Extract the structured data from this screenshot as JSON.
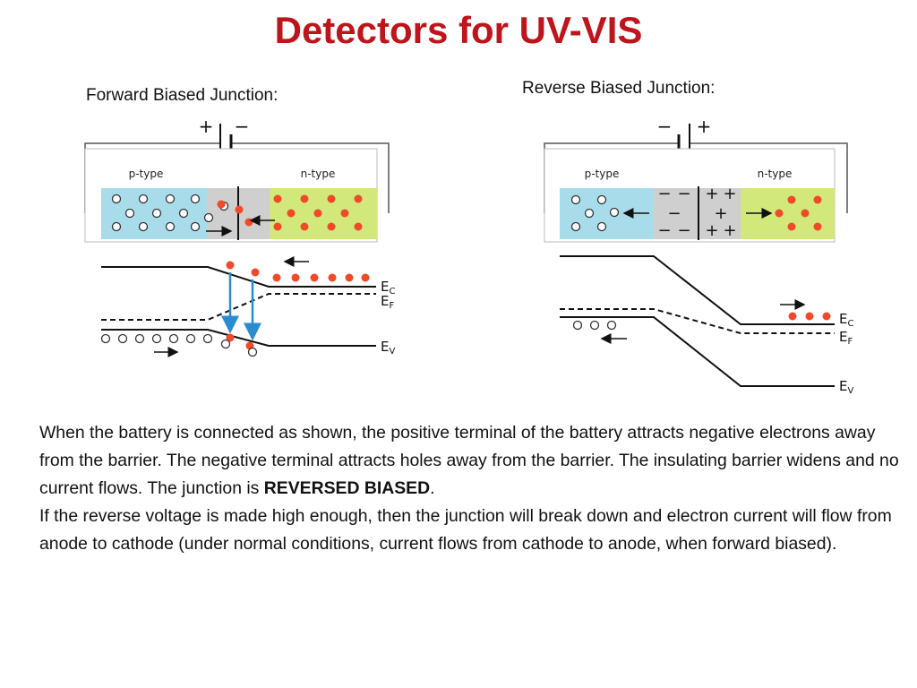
{
  "title": "Detectors for UV-VIS",
  "forward": {
    "label": "Forward Biased Junction:",
    "battery_plus": "+",
    "battery_minus": "−",
    "p_type": "p-type",
    "n_type": "n-type",
    "ec_base": "E",
    "ec_sub": "C",
    "ef_base": "E",
    "ef_sub": "F",
    "ev_base": "E",
    "ev_sub": "V"
  },
  "reverse": {
    "label": "Reverse Biased Junction:",
    "battery_minus": "−",
    "battery_plus": "+",
    "p_type": "p-type",
    "n_type": "n-type",
    "depletion_neg": "−",
    "depletion_pos": "+",
    "ec_base": "E",
    "ec_sub": "C",
    "ef_base": "E",
    "ef_sub": "F",
    "ev_base": "E",
    "ev_sub": "V"
  },
  "body": {
    "p1_start": "When the battery is connected as shown, the positive terminal of the battery attracts negative electrons away from the barrier. The negative terminal attracts holes away from the barrier. The insulating barrier widens and no current flows. The junction is ",
    "p1_bold": "REVERSED BIASED",
    "p1_end": ".",
    "p2": "If the reverse voltage is made high enough, then the junction will break down and electron current will flow from anode to cathode (under normal conditions, current flows from cathode to anode, when forward biased)."
  },
  "colors": {
    "title": "#c0141c",
    "p_region": "#a9dcea",
    "depletion": "#cfcfcf",
    "n_region": "#d2e87a",
    "electron": "#f04a2a",
    "transition_arrow": "#2a8ccf"
  }
}
